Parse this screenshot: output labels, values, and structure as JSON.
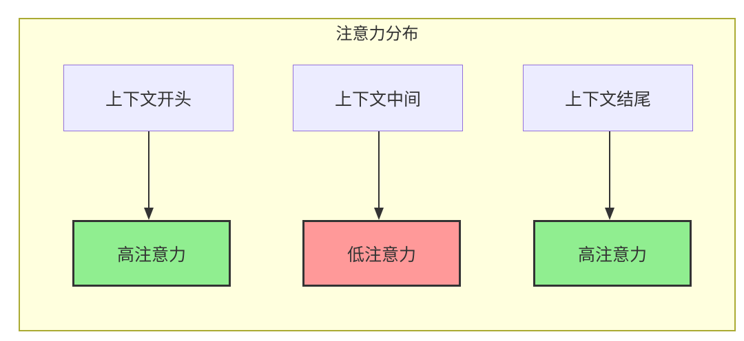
{
  "diagram": {
    "title": "注意力分布",
    "columns": [
      {
        "source_label": "上下文开头",
        "result_label": "高注意力",
        "attention_level": "high"
      },
      {
        "source_label": "上下文中间",
        "result_label": "低注意力",
        "attention_level": "low"
      },
      {
        "source_label": "上下文结尾",
        "result_label": "高注意力",
        "attention_level": "high"
      }
    ],
    "colors": {
      "page_background": "#FFFFFF",
      "subgraph_fill": "#FFFFDE",
      "subgraph_border": "#AAAA33",
      "source_node_fill": "#ECECFF",
      "source_node_border": "#9370DB",
      "high_attention_fill": "#90EE90",
      "low_attention_fill": "#FF9999",
      "result_node_border": "#333333",
      "arrow_color": "#333333",
      "text_color": "#333333"
    }
  }
}
